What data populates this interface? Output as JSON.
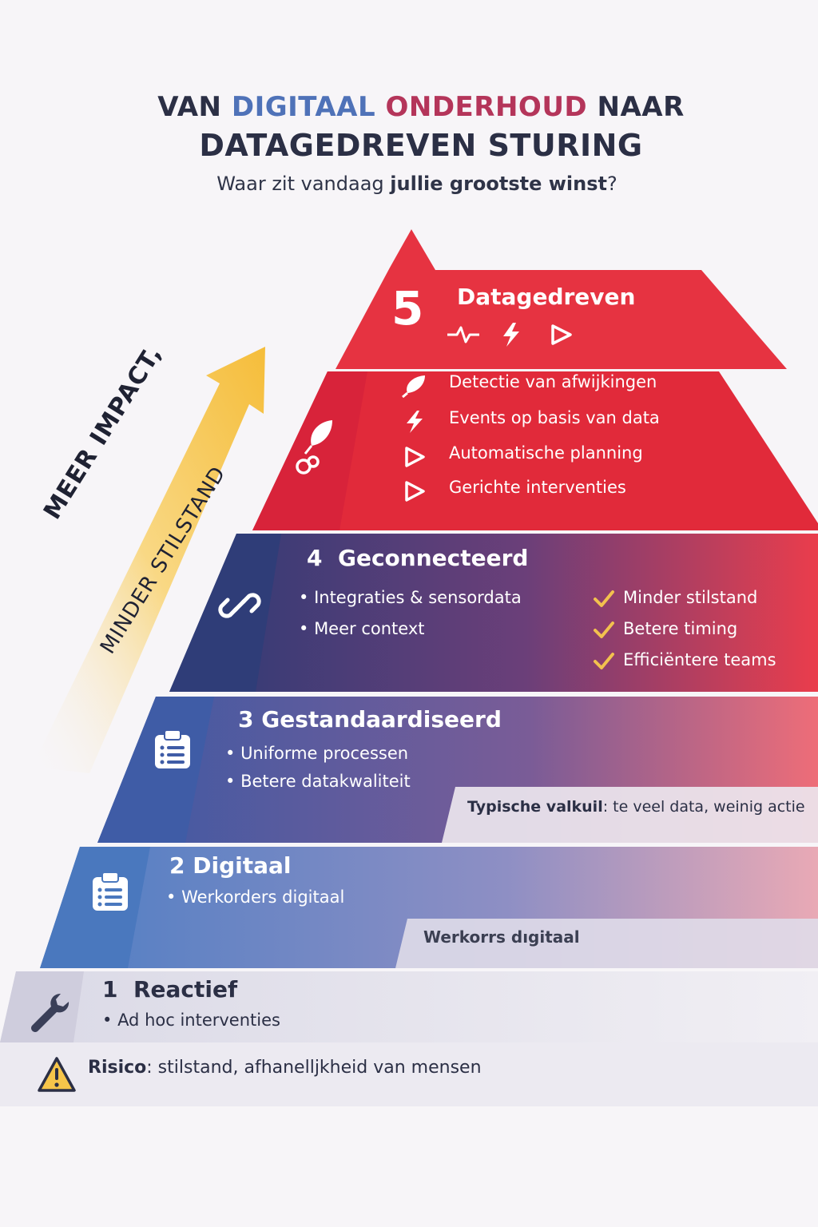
{
  "header": {
    "title_part1": "VAN",
    "title_part2": "DIGITAAL",
    "title_part3": "ONDERHOUD",
    "title_part4": "NAAR",
    "title_line2": "DATAGEDREVEN STURING",
    "subtitle_pre": "Waar zit vandaag",
    "subtitle_bold": "jullie grootste winst",
    "subtitle_post": "?"
  },
  "arrow": {
    "line1": "MEER IMPACT,",
    "line2": "MINDER STILSTAND"
  },
  "levels": [
    {
      "number": "5",
      "title": "Datagedreven",
      "header_icons": [
        "pulse-icon",
        "bolt-icon",
        "play-icon"
      ],
      "items": [
        {
          "icon": "leaf-icon",
          "text": "Detectie van afwijkingen"
        },
        {
          "icon": "bolt-icon",
          "text": "Events op basis van data"
        },
        {
          "icon": "play-icon",
          "text": "Automatische planning"
        },
        {
          "icon": "play-icon",
          "text": "Gerichte interventies"
        }
      ]
    },
    {
      "number": "4",
      "title": "Geconnecteerd",
      "items": [
        "Integraties & sensordata",
        "Meer context"
      ],
      "benefits": [
        "Minder stilstand",
        "Betere timing",
        "Efficiëntere teams"
      ]
    },
    {
      "number": "3",
      "title": "Gestandaardiseerd",
      "items": [
        "Uniforme processen",
        "Betere datakwaliteit"
      ],
      "note_bold": "Typische valkuil",
      "note_text": ": te veel data, weinig actie"
    },
    {
      "number": "2",
      "title": "Digitaal",
      "items": [
        "Werkorders digitaal"
      ],
      "note_text": "Werkorrs dıgitaal"
    },
    {
      "number": "1",
      "title": "Reactief",
      "items": [
        "Ad hoc interventies"
      ],
      "risk_bold": "Risico",
      "risk_text": ": stilstand, afhanelljkheid van mensen"
    }
  ],
  "colors": {
    "red": "#e32a3c",
    "navy": "#2f3f7a",
    "blue": "#3d64ad",
    "lightblue": "#5f8dcc",
    "grey": "#e4e3ec",
    "arrow": "#f6c64a",
    "check": "#f2c14e"
  }
}
